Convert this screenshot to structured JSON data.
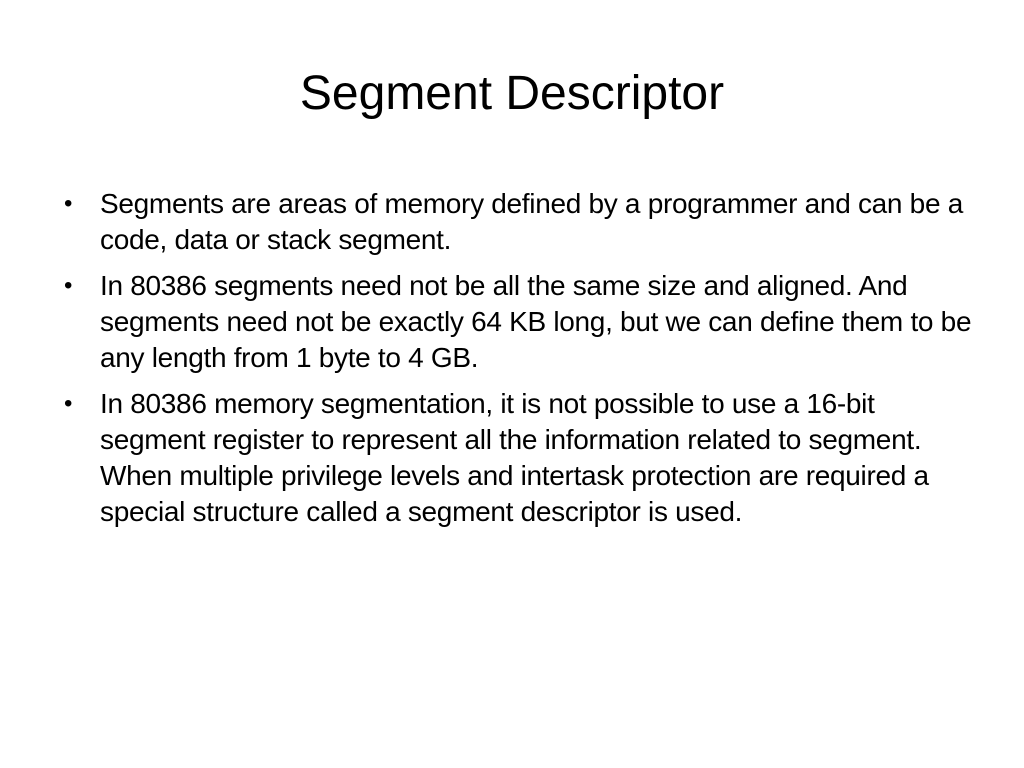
{
  "slide": {
    "title": "Segment Descriptor",
    "bullets": [
      {
        "marker": "•",
        "text": "Segments are areas of memory defined by a programmer and can be a code, data or stack segment."
      },
      {
        "marker": "•",
        "text": "In 80386 segments need not be all the same size and aligned. And segments need not be exactly 64 KB long, but we can define them to be any length from 1 byte to 4 GB."
      },
      {
        "marker": "•",
        "text": "In 80386 memory segmentation, it is not possible to use a 16-bit segment register to represent all the information related to segment. When multiple privilege levels and intertask protection are required a special structure called a segment descriptor is used."
      }
    ]
  }
}
